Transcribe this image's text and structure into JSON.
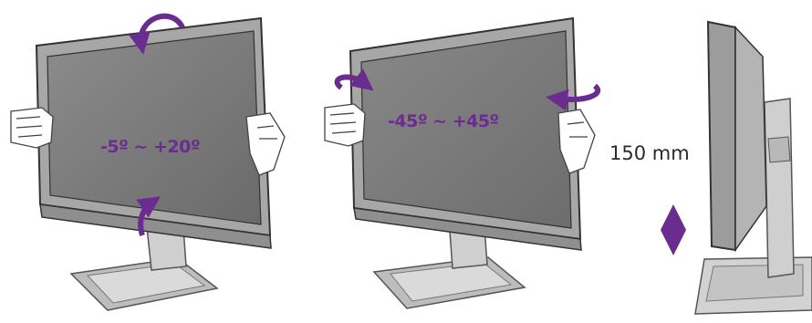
{
  "panels": {
    "tilt": {
      "range_label": "-5º ~ +20º"
    },
    "swivel": {
      "range_label": "-45º ~ +45º"
    },
    "height": {
      "label": "150 mm"
    }
  },
  "colors": {
    "arrow": "#6b2c8f",
    "bezel": "#9a9a9a",
    "screen": "#7b7b7b"
  },
  "icons": [
    "tilt-arrow-icon",
    "swivel-arrow-icon",
    "height-arrow-icon",
    "hand-icon"
  ]
}
